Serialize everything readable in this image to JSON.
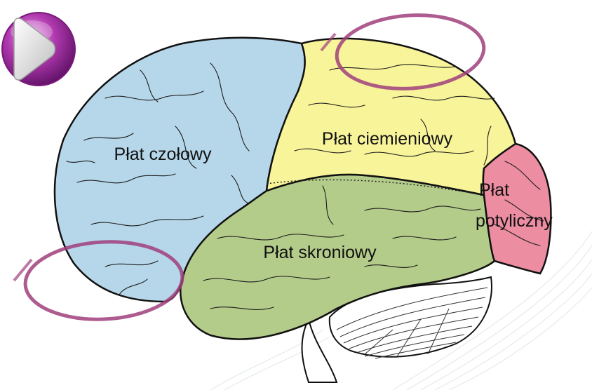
{
  "diagram": {
    "labels": {
      "frontal": "Płat czołowy",
      "parietal": "Płat ciemieniowy",
      "occipital_line1": "Płat",
      "occipital_line2": "potyliczny",
      "temporal": "Płat skroniowy"
    },
    "colors": {
      "frontal": "#b6d7ea",
      "parietal": "#f8f49a",
      "occipital": "#ec8da2",
      "temporal": "#b4cc8a",
      "cerebellum": "#ffffff",
      "outline": "#111111",
      "highlight_ring": "#a0407c",
      "play_button": "#a628a3"
    }
  },
  "controls": {
    "play_icon": "play-icon"
  }
}
